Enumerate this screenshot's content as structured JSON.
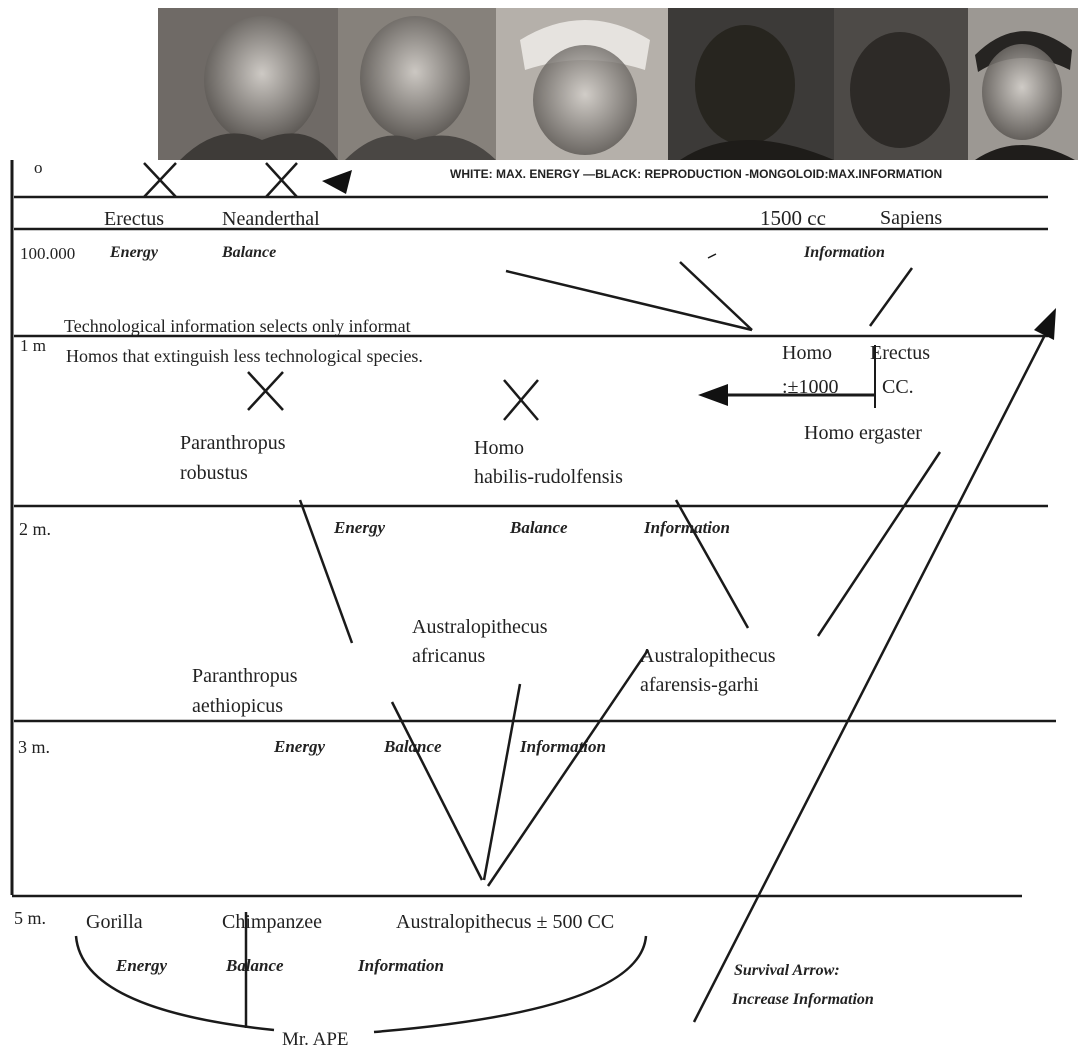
{
  "header_caption": "WHITE: MAX. ENERGY —BLACK: REPRODUCTION -MONGOLOID:MAX.INFORMATION",
  "portraits": [
    {
      "name": "portrait-1",
      "tone": "#6f6a66"
    },
    {
      "name": "portrait-2",
      "tone": "#86817b"
    },
    {
      "name": "portrait-3",
      "tone": "#b5b0aa"
    },
    {
      "name": "portrait-4",
      "tone": "#3c3a38"
    },
    {
      "name": "portrait-5",
      "tone": "#4d4a47"
    },
    {
      "name": "portrait-6",
      "tone": "#9c9893"
    }
  ],
  "time_labels": {
    "t0": "o",
    "t100k": "100.000",
    "t1m": "1 m",
    "t2m": "2 m.",
    "t3m": "3 m.",
    "t5m": "5 m."
  },
  "species": {
    "erectus": "Erectus",
    "neanderthal": "Neanderthal",
    "sapiens_cc": "1500 cc",
    "sapiens": "Sapiens",
    "homo_erectus_1": "Homo",
    "homo_erectus_2": "Erectus",
    "homo_erectus_cc1": ":±1000",
    "homo_erectus_cc2": "CC.",
    "homo_ergaster": "Homo ergaster",
    "paranthropus_robustus_1": "Paranthropus",
    "paranthropus_robustus_2": "robustus",
    "homo_habilis_1": "Homo",
    "homo_habilis_2": "habilis-rudolfensis",
    "australopithecus_africanus_1": "Australopithecus",
    "australopithecus_africanus_2": "africanus",
    "paranthropus_aethiopicus_1": "Paranthropus",
    "paranthropus_aethiopicus_2": "aethiopicus",
    "australopithecus_afarensis_1": "Australopithecus",
    "australopithecus_afarensis_2": "afarensis-garhi",
    "gorilla": "Gorilla",
    "chimpanzee": "Chimpanzee",
    "australopithecus_root": "Australopithecus  ± 500 CC",
    "mr_ape": "Mr. APE"
  },
  "notes": {
    "tech_line_1": "Technological information selects only informat",
    "tech_line_2": "Homos that extinguish less technological species."
  },
  "tendency": {
    "energy": "Energy",
    "balance": "Balance",
    "information": "Information"
  },
  "survival_arrow": {
    "line1": "Survival Arrow:",
    "line2": "Increase Information"
  }
}
